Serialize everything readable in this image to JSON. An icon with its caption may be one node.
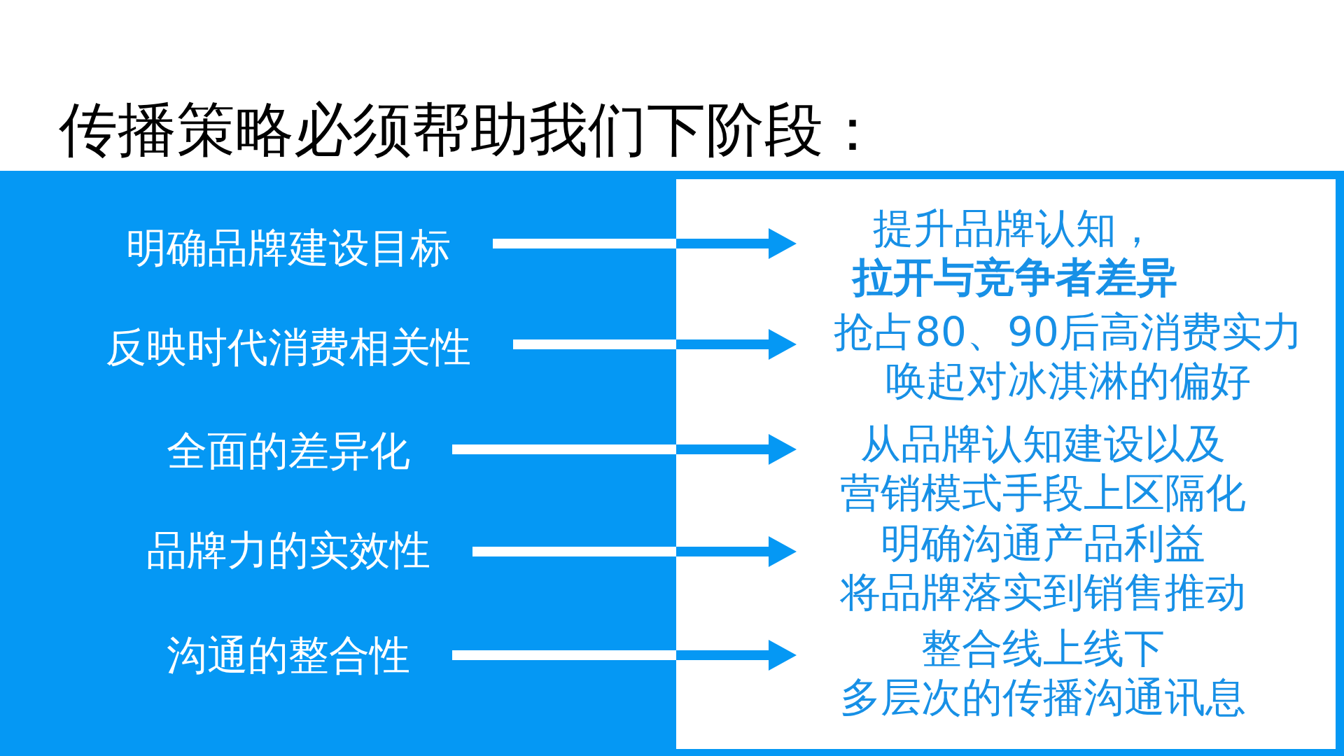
{
  "diagram": {
    "title": "传播策略必须帮助我们下阶段：",
    "nodes": [
      {
        "text": [],
        "shape": "box"
      },
      {
        "text": [
          "明确品牌建设目标"
        ],
        "in": 0
      },
      {
        "text": [
          "反映时代消费相关性"
        ],
        "in": 0
      },
      {
        "text": [
          "全面的差异化"
        ],
        "in": 0
      },
      {
        "text": [
          "品牌力的实效性"
        ],
        "in": 0
      },
      {
        "text": [
          "沟通的整合性"
        ],
        "in": 0
      },
      {
        "text": [],
        "shape": "box",
        "in": 0
      },
      {
        "text": [
          "提升品牌认知，",
          "拉开与竞争者差异"
        ],
        "in": 6
      },
      {
        "text": [
          "抢占80、90后高消费实力",
          "唤起对冰淇淋的偏好"
        ],
        "in": 6
      },
      {
        "text": [
          "从品牌认知建设以及",
          "营销模式手段上区隔化"
        ],
        "in": 6
      },
      {
        "text": [
          "明确沟通产品利益",
          "将品牌落实到销售推动"
        ],
        "in": 6
      },
      {
        "text": [
          "整合线上线下",
          "多层次的传播沟通讯息"
        ],
        "in": 6
      }
    ],
    "edges": [
      {
        "from": 1,
        "to": 7,
        "arrow": "to"
      },
      {
        "from": 2,
        "to": 8,
        "arrow": "to"
      },
      {
        "from": 3,
        "to": 9,
        "arrow": "to"
      },
      {
        "from": 4,
        "to": 10,
        "arrow": "to"
      },
      {
        "from": 5,
        "to": 11,
        "arrow": "to"
      }
    ]
  }
}
